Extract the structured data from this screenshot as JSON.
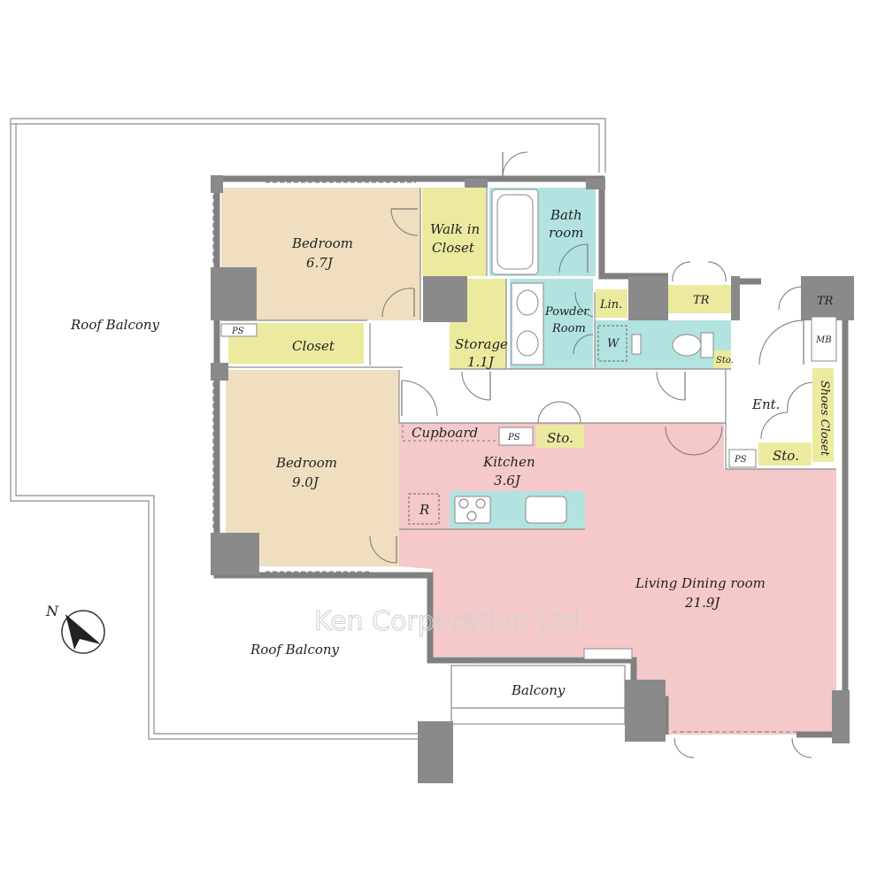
{
  "colors": {
    "bedroom": "#efdfc0",
    "closet": "#ecea9f",
    "wet": "#b2e3e0",
    "living": "#f5c9c9",
    "wall": "#8a8a8a"
  },
  "icons": [
    "compass-north-icon"
  ],
  "plan": {
    "watermark": "Ken Corporation Ltd.",
    "compass_label": "N",
    "rooms": {
      "roof_balcony_1": "Roof Balcony",
      "roof_balcony_2": "Roof Balcony",
      "bedroom_1_name": "Bedroom",
      "bedroom_1_size": "6.7J",
      "walk_in_closet_l1": "Walk in",
      "walk_in_closet_l2": "Closet",
      "bath_l1": "Bath",
      "bath_l2": "room",
      "powder_l1": "Powder",
      "powder_l2": "Room",
      "washer": "W",
      "linen": "Lin.",
      "storage_name": "Storage",
      "storage_size": "1.1J",
      "closet": "Closet",
      "ps_1": "PS",
      "tr_1": "TR",
      "tr_2": "TR",
      "mb": "MB",
      "sto_small": "Sto.",
      "entrance": "Ent.",
      "shoes_closet": "Shoes Closet",
      "sto_ent": "Sto.",
      "ps_3": "PS",
      "bedroom_2_name": "Bedroom",
      "bedroom_2_size": "9.0J",
      "cupboard": "Cupboard",
      "ps_2": "PS",
      "sto_kitchen": "Sto.",
      "kitchen_name": "Kitchen",
      "kitchen_size": "3.6J",
      "fridge": "R",
      "living_name": "Living Dining room",
      "living_size": "21.9J",
      "balcony": "Balcony"
    }
  }
}
